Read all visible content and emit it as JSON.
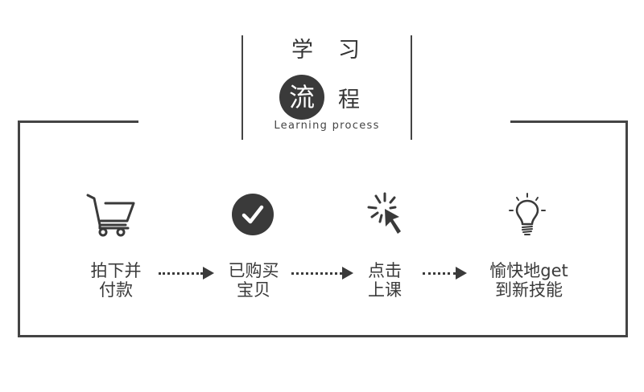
{
  "header": {
    "title_chars": [
      "学",
      "习",
      "流",
      "程"
    ],
    "highlight_char": "流",
    "subtitle": "Learning process"
  },
  "colors": {
    "frame": "#444444",
    "text": "#3a3a3a",
    "accent_circle": "#3a3a3a",
    "background": "#ffffff"
  },
  "steps": [
    {
      "icon": "shopping-cart-icon",
      "line1": "拍下并",
      "line2": "付款"
    },
    {
      "icon": "check-circle-icon",
      "line1": "已购买",
      "line2": "宝贝"
    },
    {
      "icon": "click-cursor-icon",
      "line1": "点击",
      "line2": "上课"
    },
    {
      "icon": "lightbulb-icon",
      "line1": "愉快地get",
      "line2": "到新技能"
    }
  ],
  "connectors": [
    {
      "icon": "dotted-arrow-icon"
    },
    {
      "icon": "dotted-arrow-icon"
    },
    {
      "icon": "dotted-arrow-icon"
    }
  ]
}
